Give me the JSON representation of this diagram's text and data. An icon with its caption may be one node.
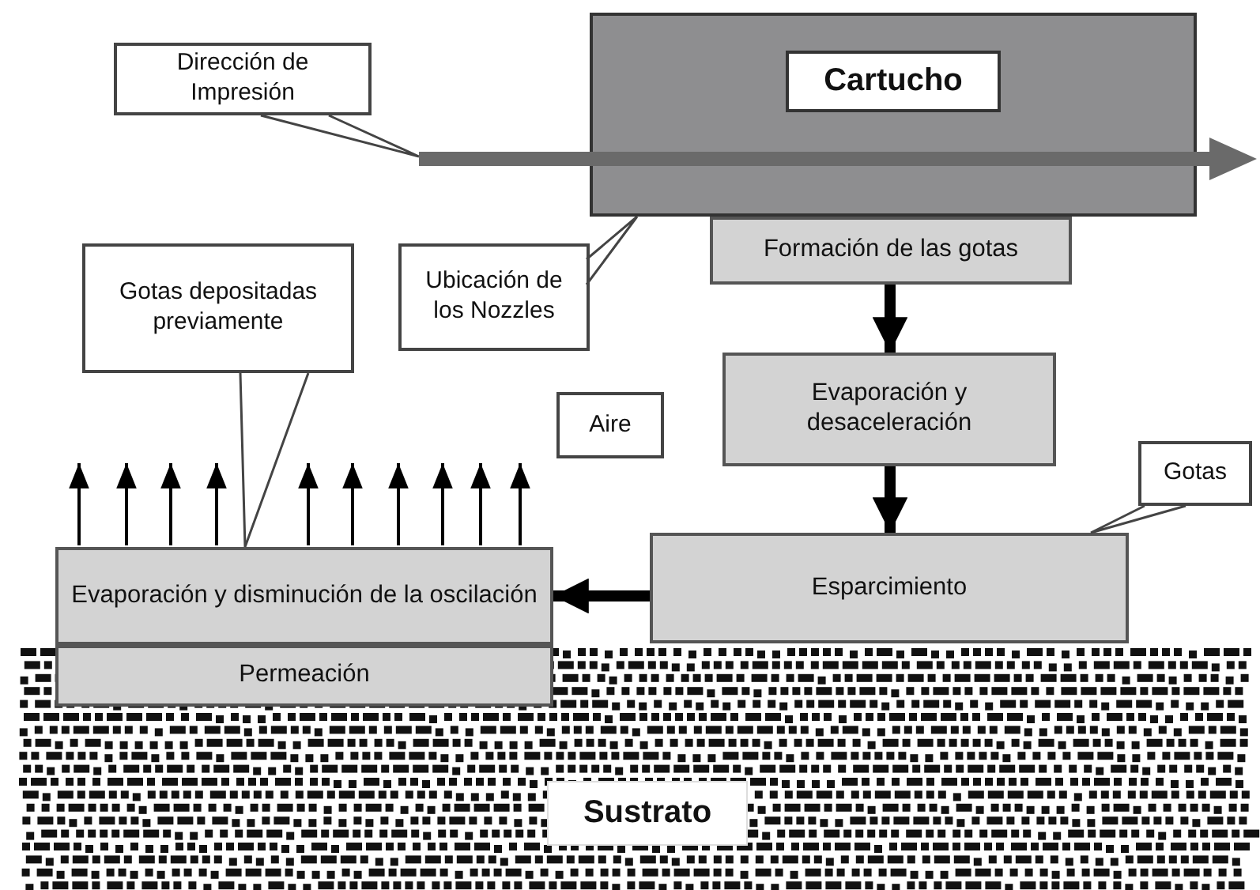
{
  "diagram": {
    "nodes": [
      {
        "text": [
          "Dirección de Impresión"
        ]
      },
      {
        "text": [
          "Cartucho"
        ]
      },
      {
        "text": [],
        "shape": "arrow"
      },
      {
        "text": [
          "Ubicación de los Nozzles"
        ]
      },
      {
        "text": [
          "Gotas depositadas previamente"
        ]
      },
      {
        "text": [
          "Formación de las gotas"
        ]
      },
      {
        "text": [
          "Evaporación y desaceleración"
        ]
      },
      {
        "text": [
          "Aire"
        ]
      },
      {
        "text": [
          "Gotas"
        ]
      },
      {
        "text": [
          "Esparcimiento"
        ]
      },
      {
        "text": [
          "Evaporación y disminución de la oscilación"
        ]
      },
      {
        "text": [
          "Permeación"
        ],
        "in": 12
      },
      {
        "text": [],
        "shape": "band"
      },
      {
        "text": [
          "Sustrato"
        ],
        "in": 12
      }
    ],
    "edges": [
      {
        "from": 0,
        "to": 2,
        "arrow": "none"
      },
      {
        "from": 3,
        "to": 1,
        "arrow": "none"
      },
      {
        "from": 4,
        "to": 10,
        "arrow": "none"
      },
      {
        "from": 8,
        "to": 9,
        "arrow": "none"
      },
      {
        "from": 5,
        "to": 6,
        "arrow": "to",
        "style": "thick"
      },
      {
        "from": 6,
        "to": 9,
        "arrow": "to",
        "style": "thick"
      },
      {
        "from": 9,
        "to": 10,
        "arrow": "to",
        "style": "thick"
      }
    ]
  }
}
